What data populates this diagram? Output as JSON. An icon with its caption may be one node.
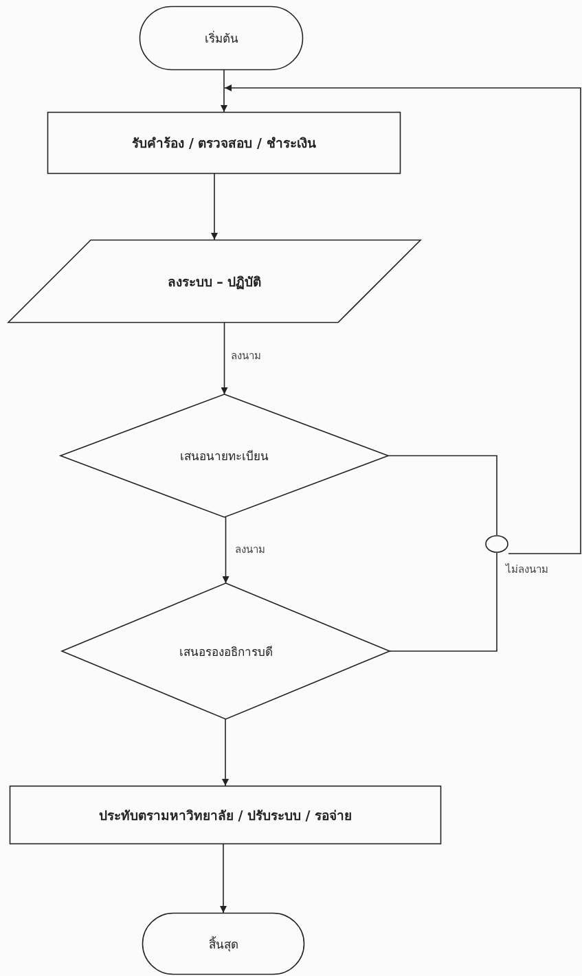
{
  "diagram": {
    "nodes": [
      {
        "text": [
          "เริ่มต้น"
        ]
      },
      {
        "text": [
          "รับคำร้อง / ตรวจสอบ / ชำระเงิน"
        ]
      },
      {
        "text": [
          "ลงระบบ – ปฏิบัติ"
        ]
      },
      {
        "text": [
          "เสนอนายทะเบียน"
        ]
      },
      {
        "text": [
          "เสนอรองอธิการบดี"
        ]
      },
      {
        "text": [
          "ประทับตรามหาวิทยาลัย / ปรับระบบ / รอจ่าย"
        ]
      },
      {
        "text": [
          "สิ้นสุด"
        ]
      },
      {
        "text": [],
        "shape": "circle"
      }
    ],
    "edges": [
      {
        "from": 0,
        "to": 1,
        "arrow": "to"
      },
      {
        "from": 1,
        "to": 2,
        "arrow": "to"
      },
      {
        "from": 2,
        "to": 3,
        "arrow": "to",
        "label": "ลงนาม"
      },
      {
        "from": 3,
        "to": 4,
        "arrow": "to",
        "label": "ลงนาม"
      },
      {
        "from": 4,
        "to": 5,
        "arrow": "to"
      },
      {
        "from": 5,
        "to": 6,
        "arrow": "to"
      },
      {
        "from": 3,
        "to": 7,
        "arrow": "none"
      },
      {
        "from": 4,
        "to": 7,
        "arrow": "none"
      },
      {
        "from": 7,
        "to": 1,
        "arrow": "to",
        "label": "ไม่ลงนาม"
      }
    ]
  }
}
